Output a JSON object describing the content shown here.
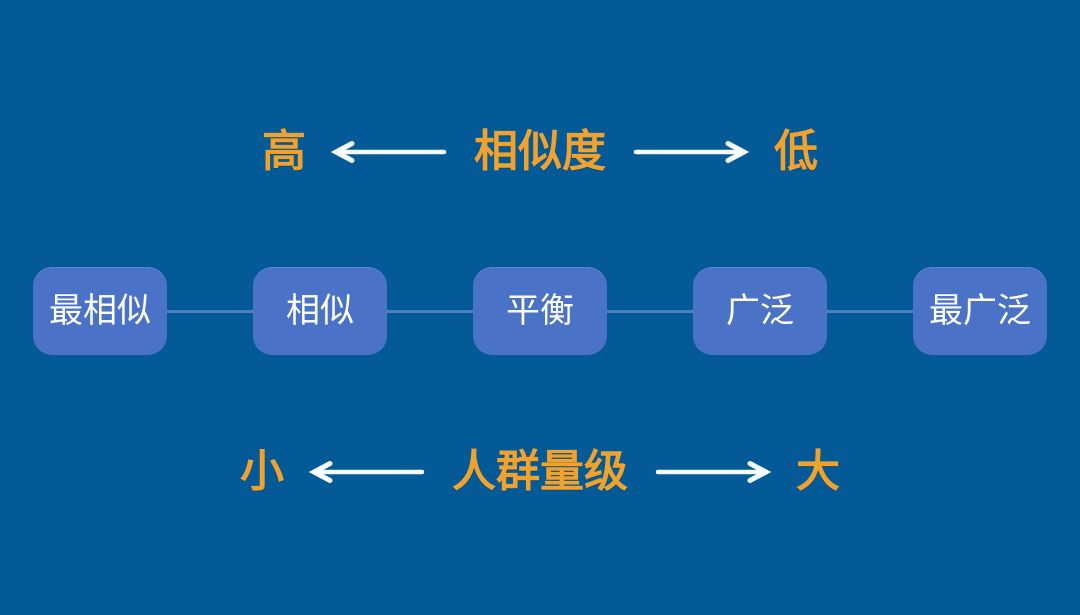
{
  "colors": {
    "background": "#045a96",
    "node_fill": "#4a72c6",
    "node_text": "#ffffff",
    "accent_text": "#f0a12e",
    "arrow": "#f4fafd",
    "connector": "#4e7fc0"
  },
  "top_axis": {
    "left_label": "高",
    "center_label": "相似度",
    "right_label": "低"
  },
  "nodes": [
    {
      "label": "最相似"
    },
    {
      "label": "相似"
    },
    {
      "label": "平衡"
    },
    {
      "label": "广泛"
    },
    {
      "label": "最广泛"
    }
  ],
  "bottom_axis": {
    "left_label": "小",
    "center_label": "人群量级",
    "right_label": "大"
  }
}
